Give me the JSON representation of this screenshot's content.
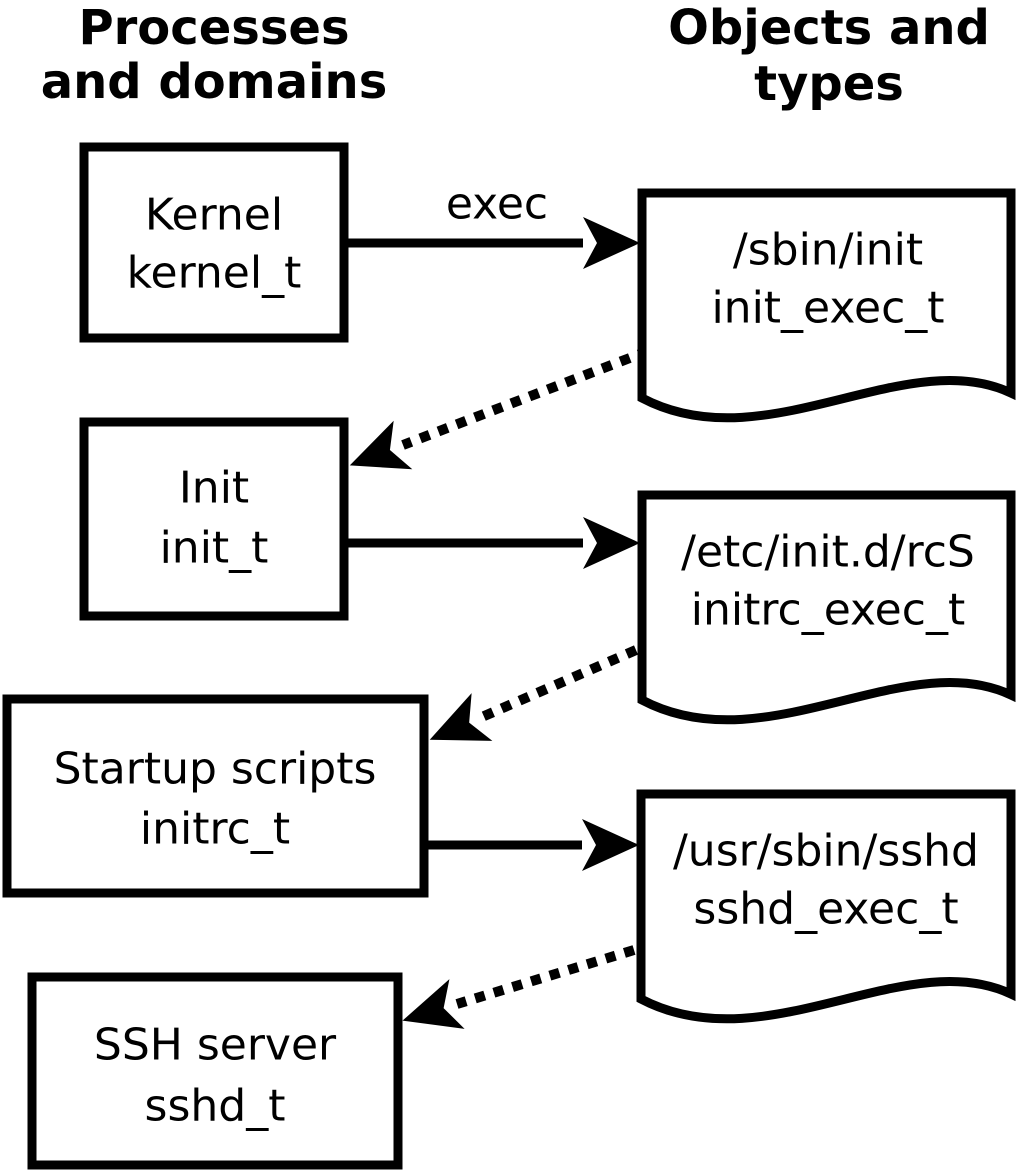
{
  "headers": {
    "left": [
      "Processes",
      "and domains"
    ],
    "right": [
      "Objects and",
      "types"
    ]
  },
  "arrow_label": "exec",
  "process_boxes": [
    {
      "label": "Kernel",
      "domain": "kernel_t"
    },
    {
      "label": "Init",
      "domain": "init_t"
    },
    {
      "label": "Startup scripts",
      "domain": "initrc_t"
    },
    {
      "label": "SSH server",
      "domain": "sshd_t"
    }
  ],
  "object_docs": [
    {
      "path": "/sbin/init",
      "type": "init_exec_t"
    },
    {
      "path": "/etc/init.d/rcS",
      "type": "initrc_exec_t"
    },
    {
      "path": "/usr/sbin/sshd",
      "type": "sshd_exec_t"
    }
  ],
  "colors": {
    "stroke": "#000000",
    "fill": "#ffffff",
    "background": "#ffffff"
  }
}
